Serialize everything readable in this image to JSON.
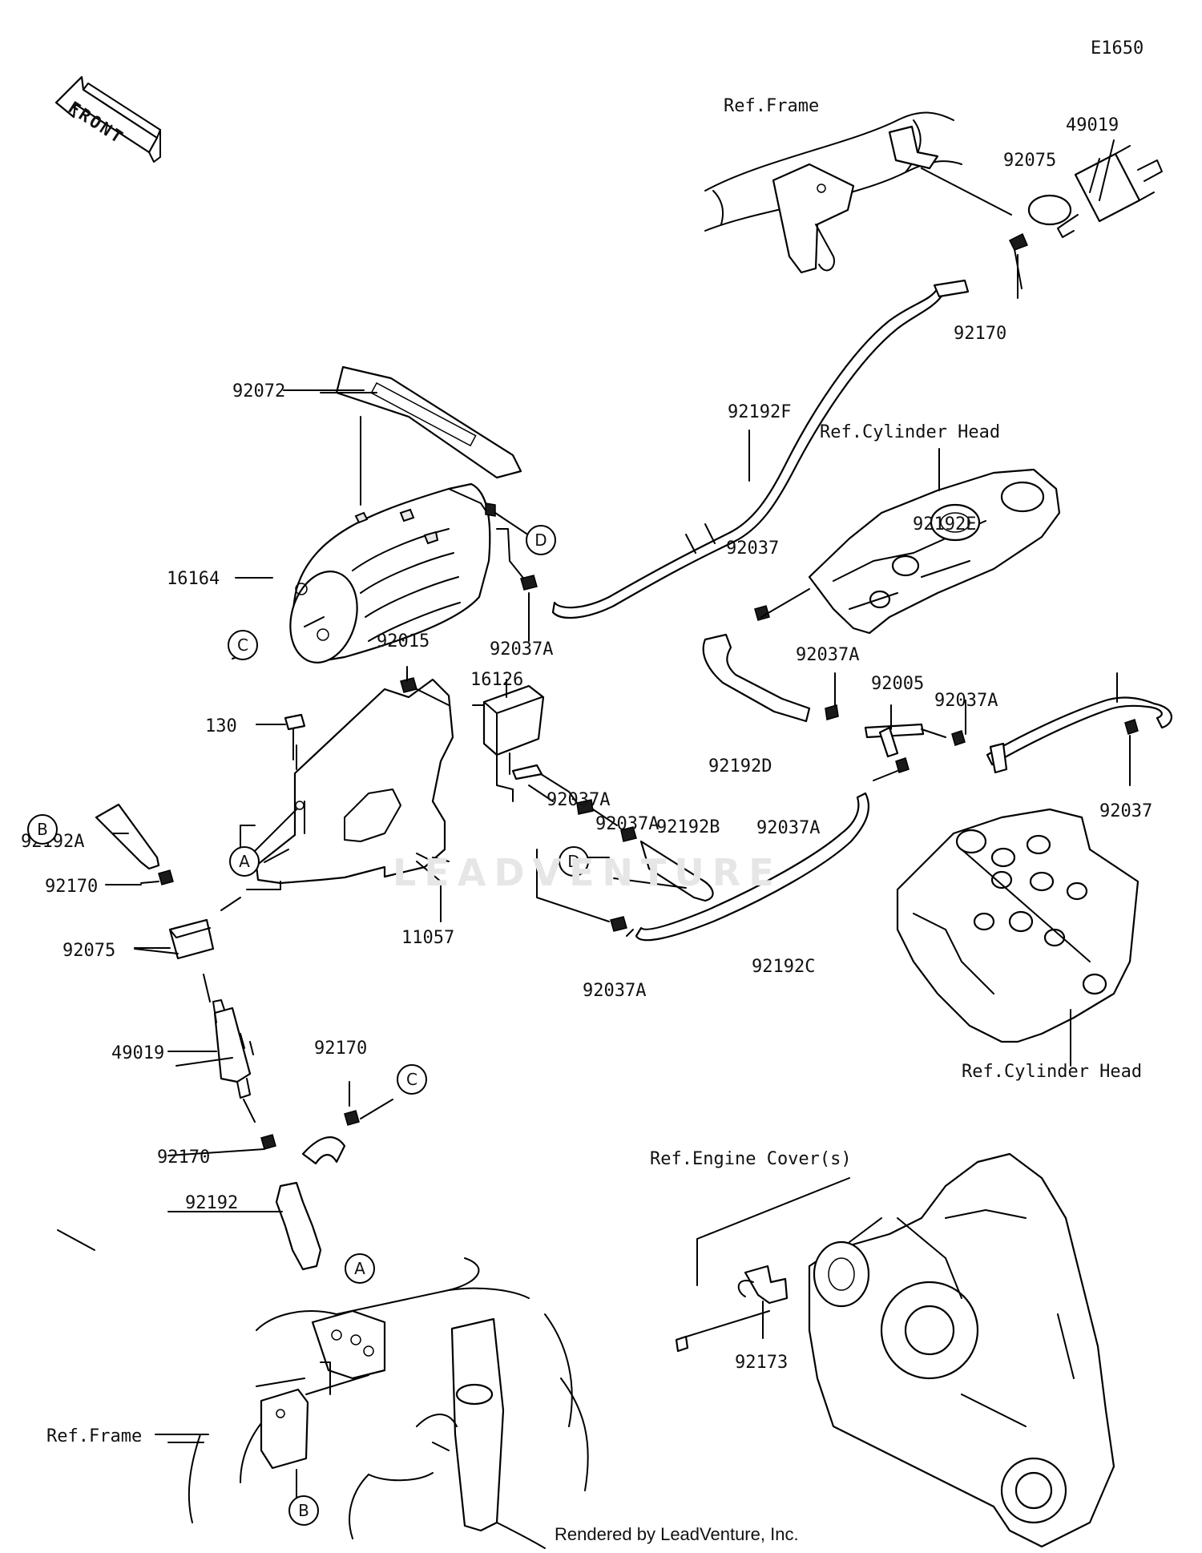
{
  "diagram_code": "E1650",
  "front_label": "FRONT",
  "footer": "Rendered by LeadVenture, Inc.",
  "watermark": "LEADVENTURE",
  "refs": {
    "frame_top": "Ref.Frame",
    "frame_bottom": "Ref.Frame",
    "cyl_head_top": "Ref.Cylinder Head",
    "cyl_head_bottom": "Ref.Cylinder Head",
    "engine_cover": "Ref.Engine Cover(s)"
  },
  "parts": {
    "p49019_top": "49019",
    "p92075_top": "92075",
    "p92170_top": "92170",
    "p92072": "92072",
    "p92192F": "92192F",
    "p16164": "16164",
    "p92037A_1": "92037A",
    "p92037_1": "92037",
    "p92015": "92015",
    "p16126": "16126",
    "p130": "130",
    "p92192A": "92192A",
    "p92170_a": "92170",
    "p92075_b": "92075",
    "p11057": "11057",
    "p92037A_2": "92037A",
    "p92037A_3": "92037A",
    "p92192B": "92192B",
    "p92037A_4": "92037A",
    "p92192C": "92192C",
    "p92192D": "92192D",
    "p92037A_5": "92037A",
    "p92005": "92005",
    "p92037A_6": "92037A",
    "p92192E": "92192E",
    "p92037_2": "92037",
    "p92037A_7": "92037A",
    "p49019_b": "49019",
    "p92170_b": "92170",
    "p92170_c": "92170",
    "p92192": "92192",
    "p92173": "92173"
  },
  "callouts": {
    "D1": "D",
    "C1": "C",
    "B1": "B",
    "A1": "A",
    "D2": "D",
    "C2": "C",
    "A2": "A",
    "B2": "B"
  }
}
